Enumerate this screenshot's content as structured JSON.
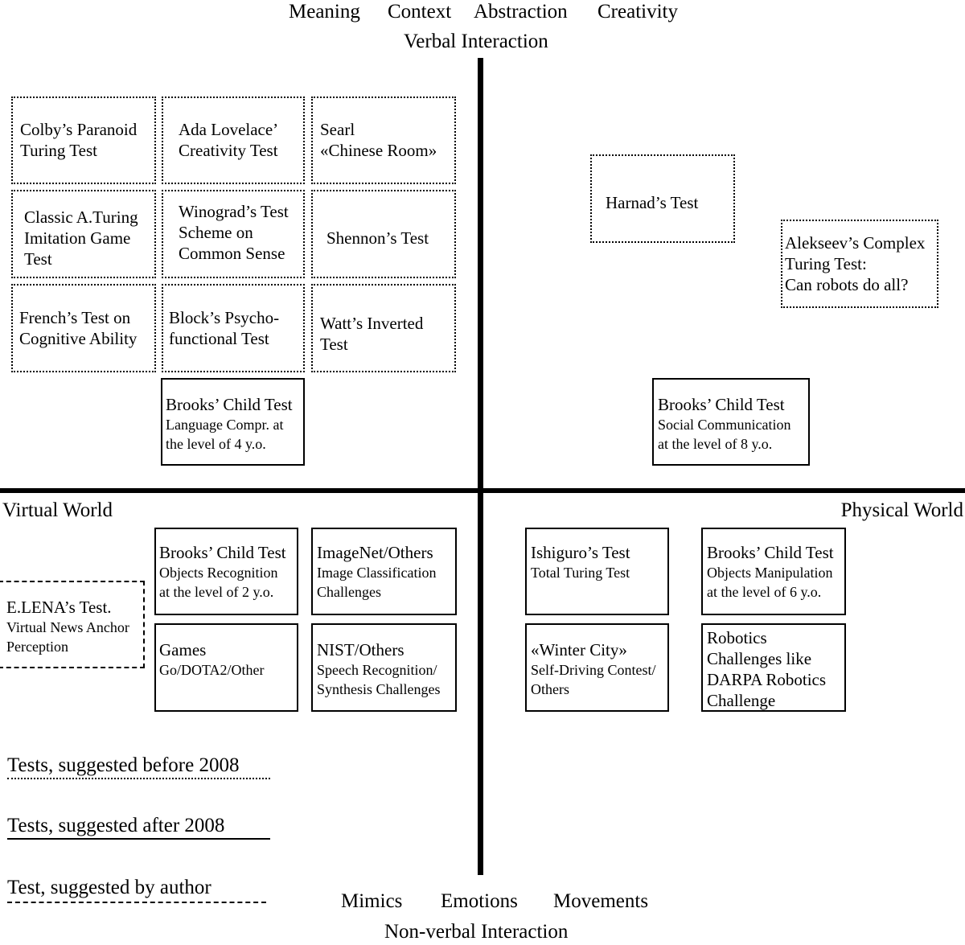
{
  "top": {
    "words": [
      "Meaning",
      "Context",
      "Abstraction",
      "Creativity"
    ],
    "axis_title": "Verbal Interaction"
  },
  "bottom": {
    "words": [
      "Mimics",
      "Emotions",
      "Movements"
    ],
    "axis_title": "Non-verbal Interaction"
  },
  "left_axis_title": "Virtual World",
  "right_axis_title": "Physical World",
  "boxes": {
    "colby": {
      "style": "before",
      "lines": [
        "Colby’s Paranoid",
        "Turing Test"
      ]
    },
    "ada": {
      "style": "before",
      "lines": [
        "Ada Lovelace’",
        "Creativity Test"
      ]
    },
    "searl": {
      "style": "before",
      "lines": [
        "Searl",
        "«Chinese Room»"
      ]
    },
    "classic": {
      "style": "before",
      "lines": [
        "Classic A.Turing",
        "Imitation Game",
        "Test"
      ]
    },
    "winograd": {
      "style": "before",
      "lines": [
        "Winograd’s Test",
        "Scheme on",
        "Common Sense"
      ]
    },
    "shennon": {
      "style": "before",
      "lines": [
        "Shennon’s Test"
      ]
    },
    "french": {
      "style": "before",
      "lines": [
        "French’s Test on",
        "Cognitive Ability"
      ]
    },
    "block": {
      "style": "before",
      "lines": [
        "Block’s Psycho-",
        "functional Test"
      ]
    },
    "watt": {
      "style": "before",
      "lines": [
        "Watt’s Inverted",
        "Test"
      ]
    },
    "harnad": {
      "style": "before",
      "lines": [
        "Harnad’s Test"
      ]
    },
    "alekseev": {
      "style": "before",
      "lines": [
        "Alekseev’s Complex",
        "Turing Test:",
        "Can robots do all?"
      ]
    },
    "brooks4": {
      "style": "after",
      "title": "Brooks’ Child Test",
      "lines": [
        "Language Compr. at",
        "the level of 4 y.o."
      ]
    },
    "brooks8": {
      "style": "after",
      "title": "Brooks’ Child Test",
      "lines": [
        "Social Communication",
        "at the level of 8 y.o."
      ]
    },
    "brooks2": {
      "style": "after",
      "title": "Brooks’ Child Test",
      "lines": [
        "Objects Recognition",
        "at the level of 2 y.o."
      ]
    },
    "imagenet": {
      "style": "after",
      "title": "ImageNet/Others",
      "lines": [
        "Image Classification",
        "Challenges"
      ]
    },
    "ishiguro": {
      "style": "after",
      "title": "Ishiguro’s Test",
      "lines": [
        "Total Turing Test"
      ]
    },
    "brooks6": {
      "style": "after",
      "title": "Brooks’ Child Test",
      "lines": [
        "Objects Manipulation",
        "at the level of 6 y.o."
      ]
    },
    "elena": {
      "style": "author",
      "title": "E.LENA’s Test.",
      "lines": [
        "Virtual News Anchor",
        "Perception"
      ]
    },
    "games": {
      "style": "after",
      "title": "Games",
      "lines": [
        "Go/DOTA2/Other"
      ]
    },
    "nist": {
      "style": "after",
      "title": "NIST/Others",
      "lines": [
        "Speech Recognition/",
        "Synthesis Challenges"
      ]
    },
    "winter": {
      "style": "after",
      "title": "«Winter City»",
      "lines": [
        "Self-Driving Contest/",
        "Others"
      ]
    },
    "robotics": {
      "style": "after",
      "lines": [
        "Robotics",
        "Challenges like",
        "DARPA Robotics",
        "Challenge"
      ]
    }
  },
  "legend": {
    "before": "Tests, suggested before 2008",
    "after": "Tests, suggested after 2008",
    "author": "Test, suggested by author"
  }
}
